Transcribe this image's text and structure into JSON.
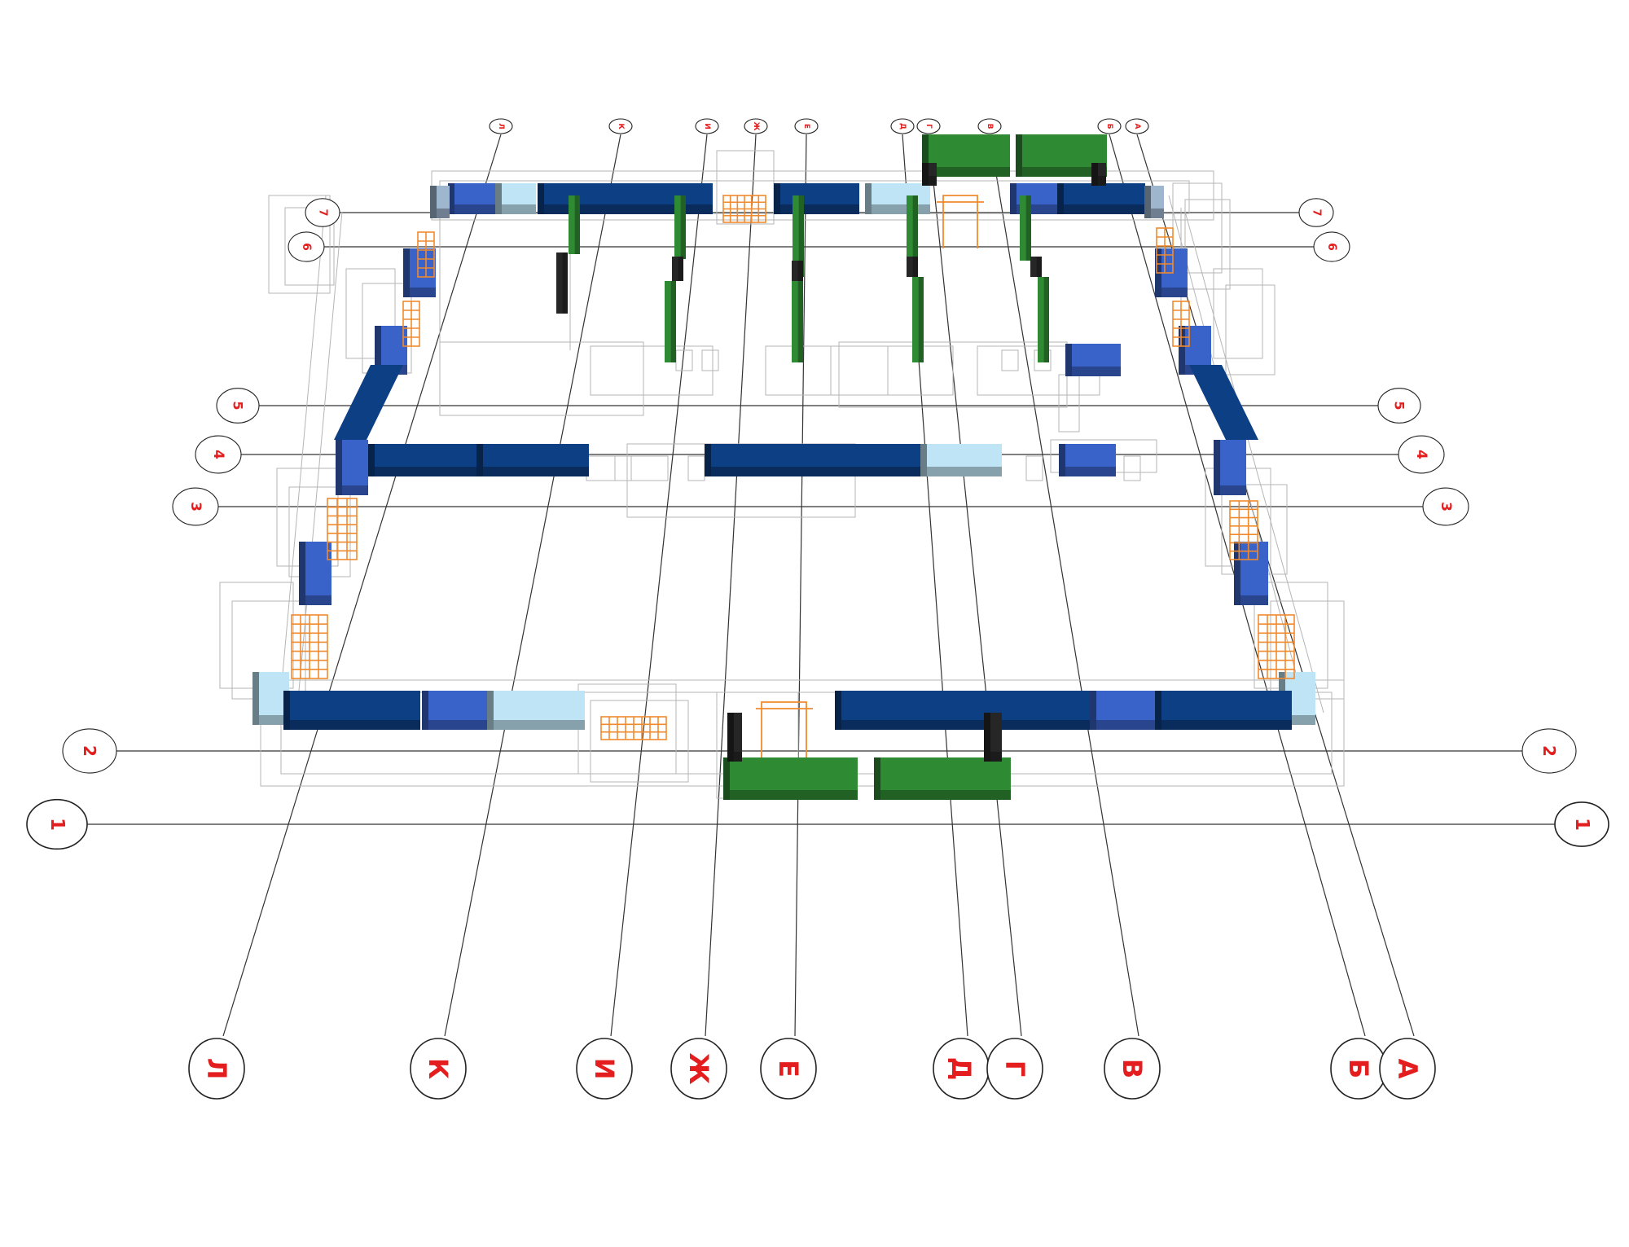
{
  "axes": {
    "letters": [
      "Л",
      "К",
      "И",
      "Ж",
      "Е",
      "Д",
      "Г",
      "В",
      "Б",
      "А"
    ],
    "numbers": [
      "1",
      "2",
      "3",
      "4",
      "5",
      "6",
      "7"
    ]
  },
  "colors": {
    "blue_dark": "#0d3f85",
    "blue_mid": "#3a63c9",
    "blue_light": "#bfe4f6",
    "green": "#2f8a34",
    "orange": "#f08a2e",
    "black": "#262626",
    "label_red": "#e41e1e"
  }
}
